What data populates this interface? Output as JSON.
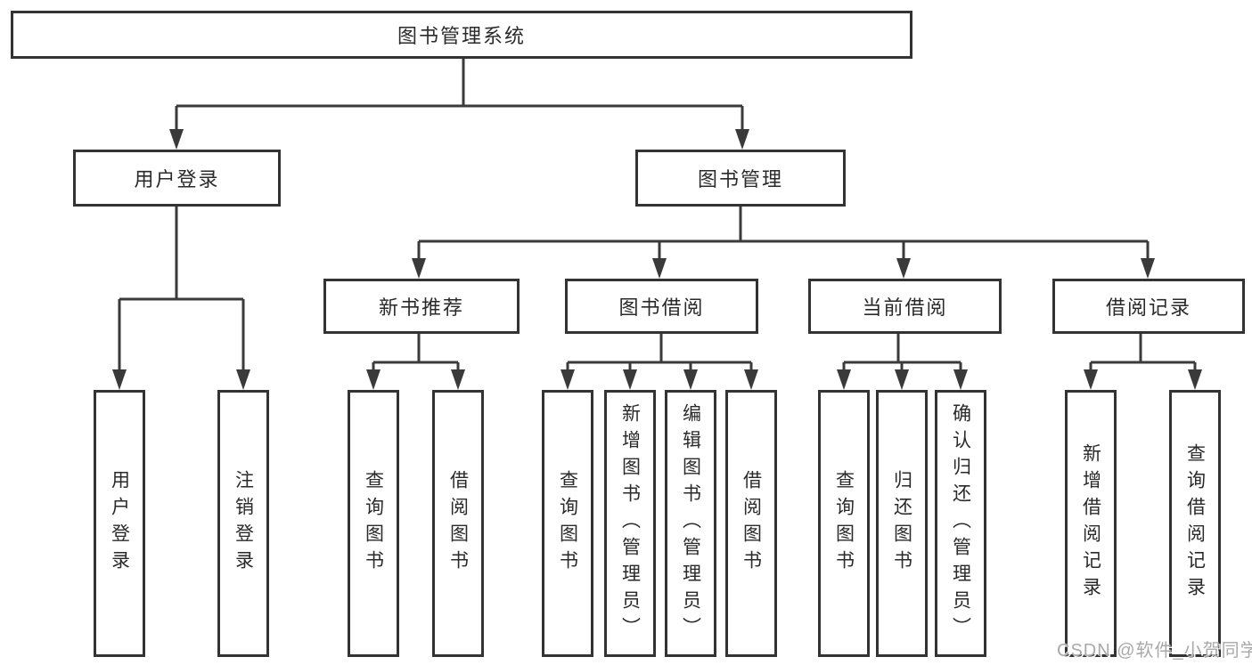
{
  "colors": {
    "line": "#3a3a3a",
    "box_border": "#333333",
    "text": "#2a2a2a",
    "watermark": "#a9a9a9",
    "background": "#ffffff"
  },
  "watermark": {
    "text": "CSDN @软件_小贺同学"
  },
  "tree": {
    "label": "图书管理系统",
    "children": [
      {
        "label": "用户登录",
        "children": [
          {
            "label": "用户登录"
          },
          {
            "label": "注销登录"
          }
        ]
      },
      {
        "label": "图书管理",
        "children": [
          {
            "label": "新书推荐",
            "children": [
              {
                "label": "查询图书"
              },
              {
                "label": "借阅图书"
              }
            ]
          },
          {
            "label": "图书借阅",
            "children": [
              {
                "label": "查询图书"
              },
              {
                "label": "新增图书（管理员）"
              },
              {
                "label": "编辑图书（管理员）"
              },
              {
                "label": "借阅图书"
              }
            ]
          },
          {
            "label": "当前借阅",
            "children": [
              {
                "label": "查询图书"
              },
              {
                "label": "归还图书"
              },
              {
                "label": "确认归还（管理员）"
              }
            ]
          },
          {
            "label": "借阅记录",
            "children": [
              {
                "label": "新增借阅记录"
              },
              {
                "label": "查询借阅记录"
              }
            ]
          }
        ]
      }
    ]
  }
}
